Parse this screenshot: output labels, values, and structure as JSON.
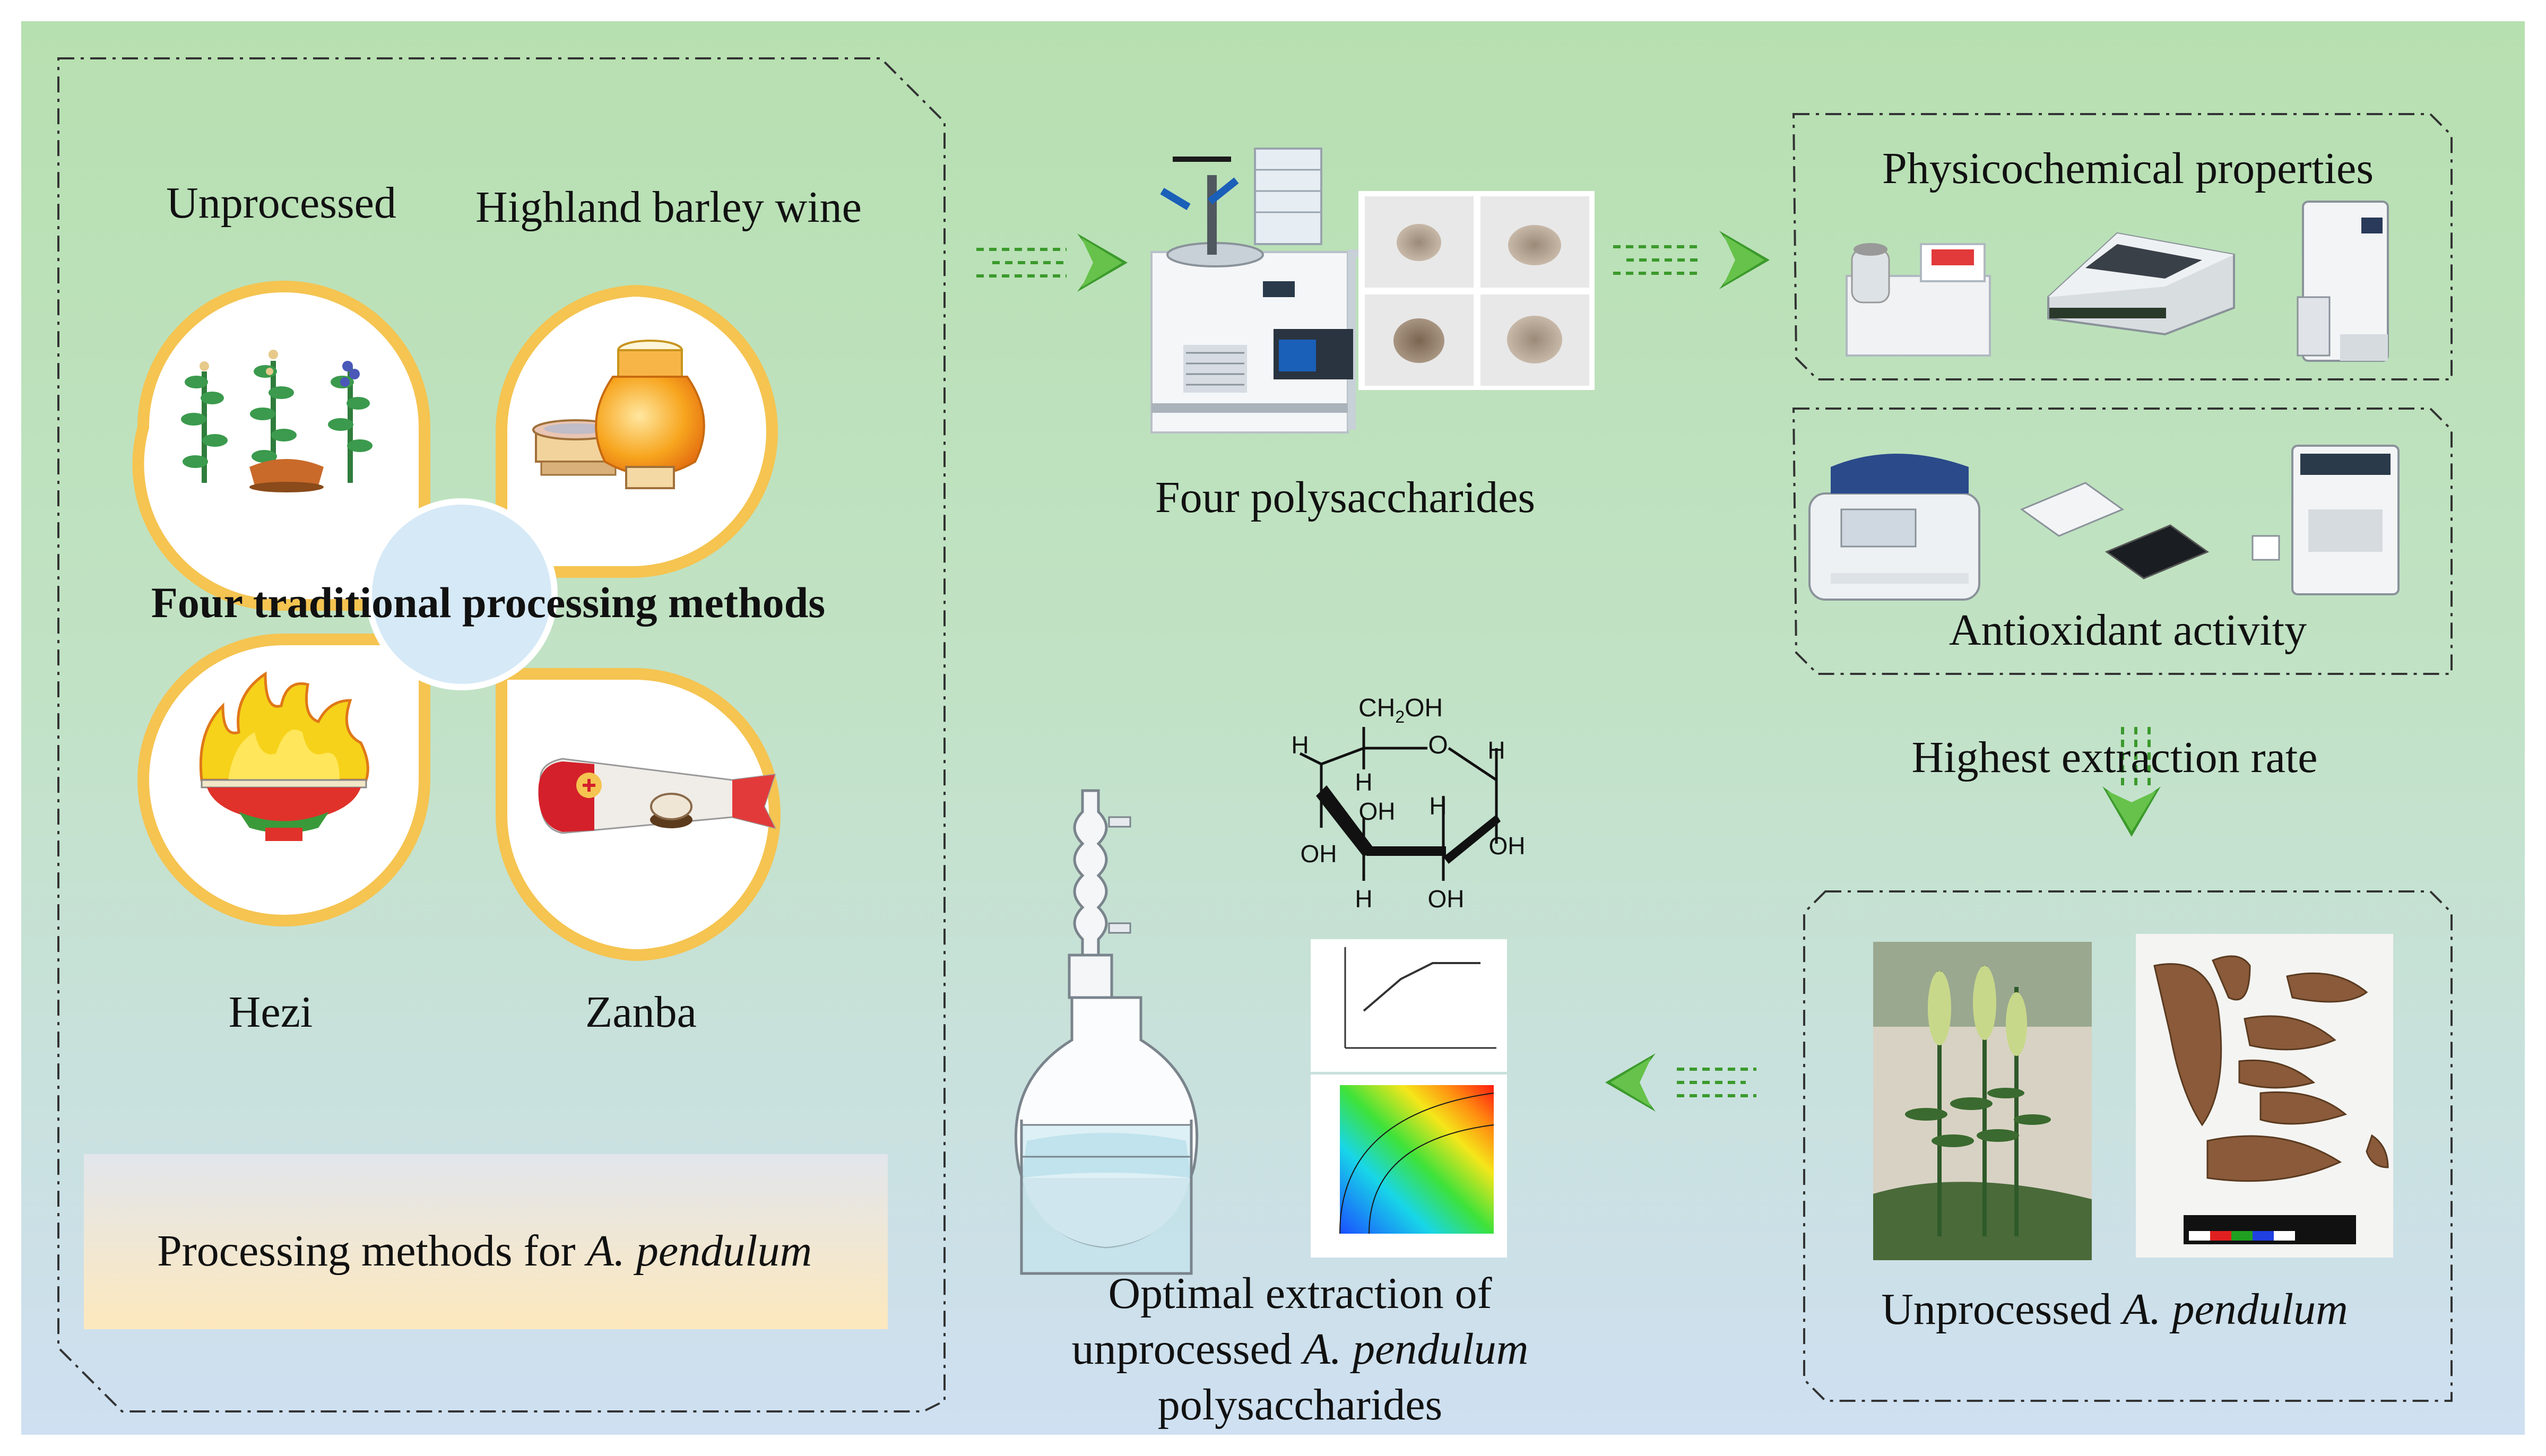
{
  "colors": {
    "bg_top": "#b7e0b0",
    "bg_bottom": "#cfe0f2",
    "petal_border": "#f5c451",
    "center_circle": "#d6e9f7",
    "arrow_green": "#3b9a2c",
    "caption_gradient_top": "#e2e6ec",
    "caption_gradient_bottom": "#fde8bd",
    "dashed_border": "#333333"
  },
  "methods_panel": {
    "labels": {
      "unprocessed": "Unprocessed",
      "barley_wine": "Highland barley wine",
      "hezi": "Hezi",
      "zanba": "Zanba"
    },
    "center_title": "Four traditional processing methods",
    "caption_prefix": "Processing methods for ",
    "caption_italic": "A. pendulum"
  },
  "polysaccharides": {
    "label": "Four polysaccharides",
    "icons": [
      "freeze-dryer-icon",
      "powder-sample-icon"
    ]
  },
  "physicochemical": {
    "title": "Physicochemical properties",
    "icons": [
      "analyzer-icon",
      "spectrometer-icon",
      "microscope-icon"
    ]
  },
  "antioxidant": {
    "title": "Antioxidant activity",
    "icons": [
      "centrifuge-icon",
      "well-plate-icon",
      "plate-reader-icon"
    ]
  },
  "extraction_rate": {
    "label": "Highest extraction rate"
  },
  "unprocessed_plant": {
    "caption_prefix": "Unprocessed ",
    "caption_italic": "A. pendulum"
  },
  "optimal_extraction": {
    "line1": "Optimal extraction of",
    "line2_prefix": "unprocessed ",
    "line2_italic": "A. pendulum",
    "line3": "polysaccharides"
  },
  "glucose_structure": {
    "ch2oh": "CH",
    "ch2oh_sub": "2",
    "ch2oh_tail": "OH",
    "ring_o": "O",
    "h": "H",
    "oh": "OH"
  }
}
